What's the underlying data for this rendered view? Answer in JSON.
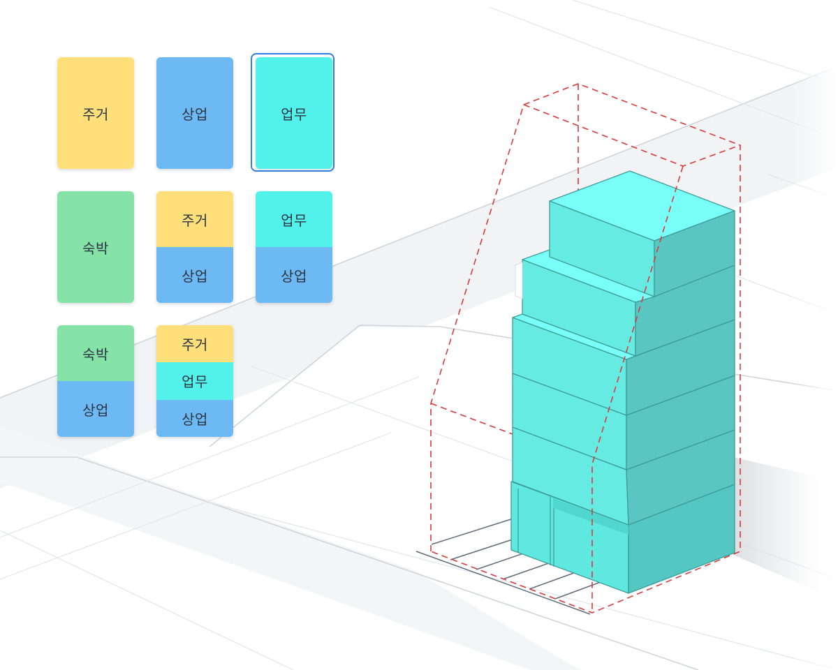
{
  "colors": {
    "residential": "#ffdf7a",
    "commercial": "#6db9f3",
    "office": "#52f2eb",
    "lodging": "#86e3a8",
    "selection": "#2f7fe0",
    "setback": "#d93a3a"
  },
  "palette": {
    "selected_index": 2,
    "cards": [
      {
        "segments": [
          {
            "label": "주거",
            "color": "#ffdf7a"
          }
        ]
      },
      {
        "segments": [
          {
            "label": "상업",
            "color": "#6db9f3"
          }
        ]
      },
      {
        "segments": [
          {
            "label": "업무",
            "color": "#52f2eb"
          }
        ]
      },
      {
        "segments": [
          {
            "label": "숙박",
            "color": "#86e3a8"
          }
        ]
      },
      {
        "segments": [
          {
            "label": "주거",
            "color": "#ffdf7a"
          },
          {
            "label": "상업",
            "color": "#6db9f3"
          }
        ]
      },
      {
        "segments": [
          {
            "label": "업무",
            "color": "#52f2eb"
          },
          {
            "label": "상업",
            "color": "#6db9f3"
          }
        ]
      },
      {
        "segments": [
          {
            "label": "숙박",
            "color": "#86e3a8"
          },
          {
            "label": "상업",
            "color": "#6db9f3"
          }
        ]
      },
      {
        "segments": [
          {
            "label": "주거",
            "color": "#ffdf7a"
          },
          {
            "label": "업무",
            "color": "#52f2eb"
          },
          {
            "label": "상업",
            "color": "#6db9f3"
          }
        ]
      }
    ]
  },
  "building": {
    "use": "업무",
    "color": "#52f2eb"
  }
}
